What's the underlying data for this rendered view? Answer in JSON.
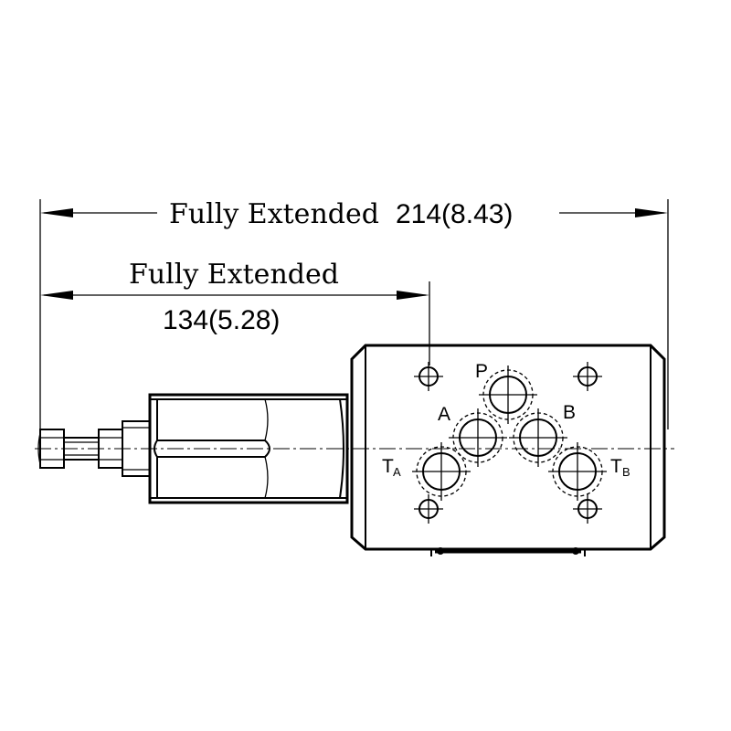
{
  "dimensions": {
    "overall": {
      "label": "Fully Extended",
      "value": "214(8.43)"
    },
    "body": {
      "label": "Fully Extended",
      "value": "134(5.28)"
    }
  },
  "ports": {
    "p": "P",
    "a": "A",
    "b": "B",
    "ta": {
      "main": "T",
      "sub": "A"
    },
    "tb": {
      "main": "T",
      "sub": "B"
    }
  }
}
